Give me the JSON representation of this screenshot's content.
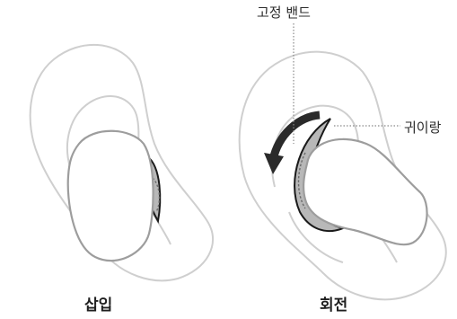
{
  "labels": {
    "retaining_band": "고정 밴드",
    "earlobe": "귀이랑",
    "insert": "삽입",
    "rotate": "회전"
  },
  "colors": {
    "ear_outline": "#cfcfcf",
    "earbud_outline": "#9d9d9d",
    "band_fill": "#b8b8b8",
    "band_stroke": "#1a1a1a",
    "arrow": "#2a2a2a",
    "leader_line": "#8a8a8a",
    "text": "#2b2b2b"
  },
  "icons": {
    "rotation_arrow": "curved-arrow-counterclockwise"
  }
}
